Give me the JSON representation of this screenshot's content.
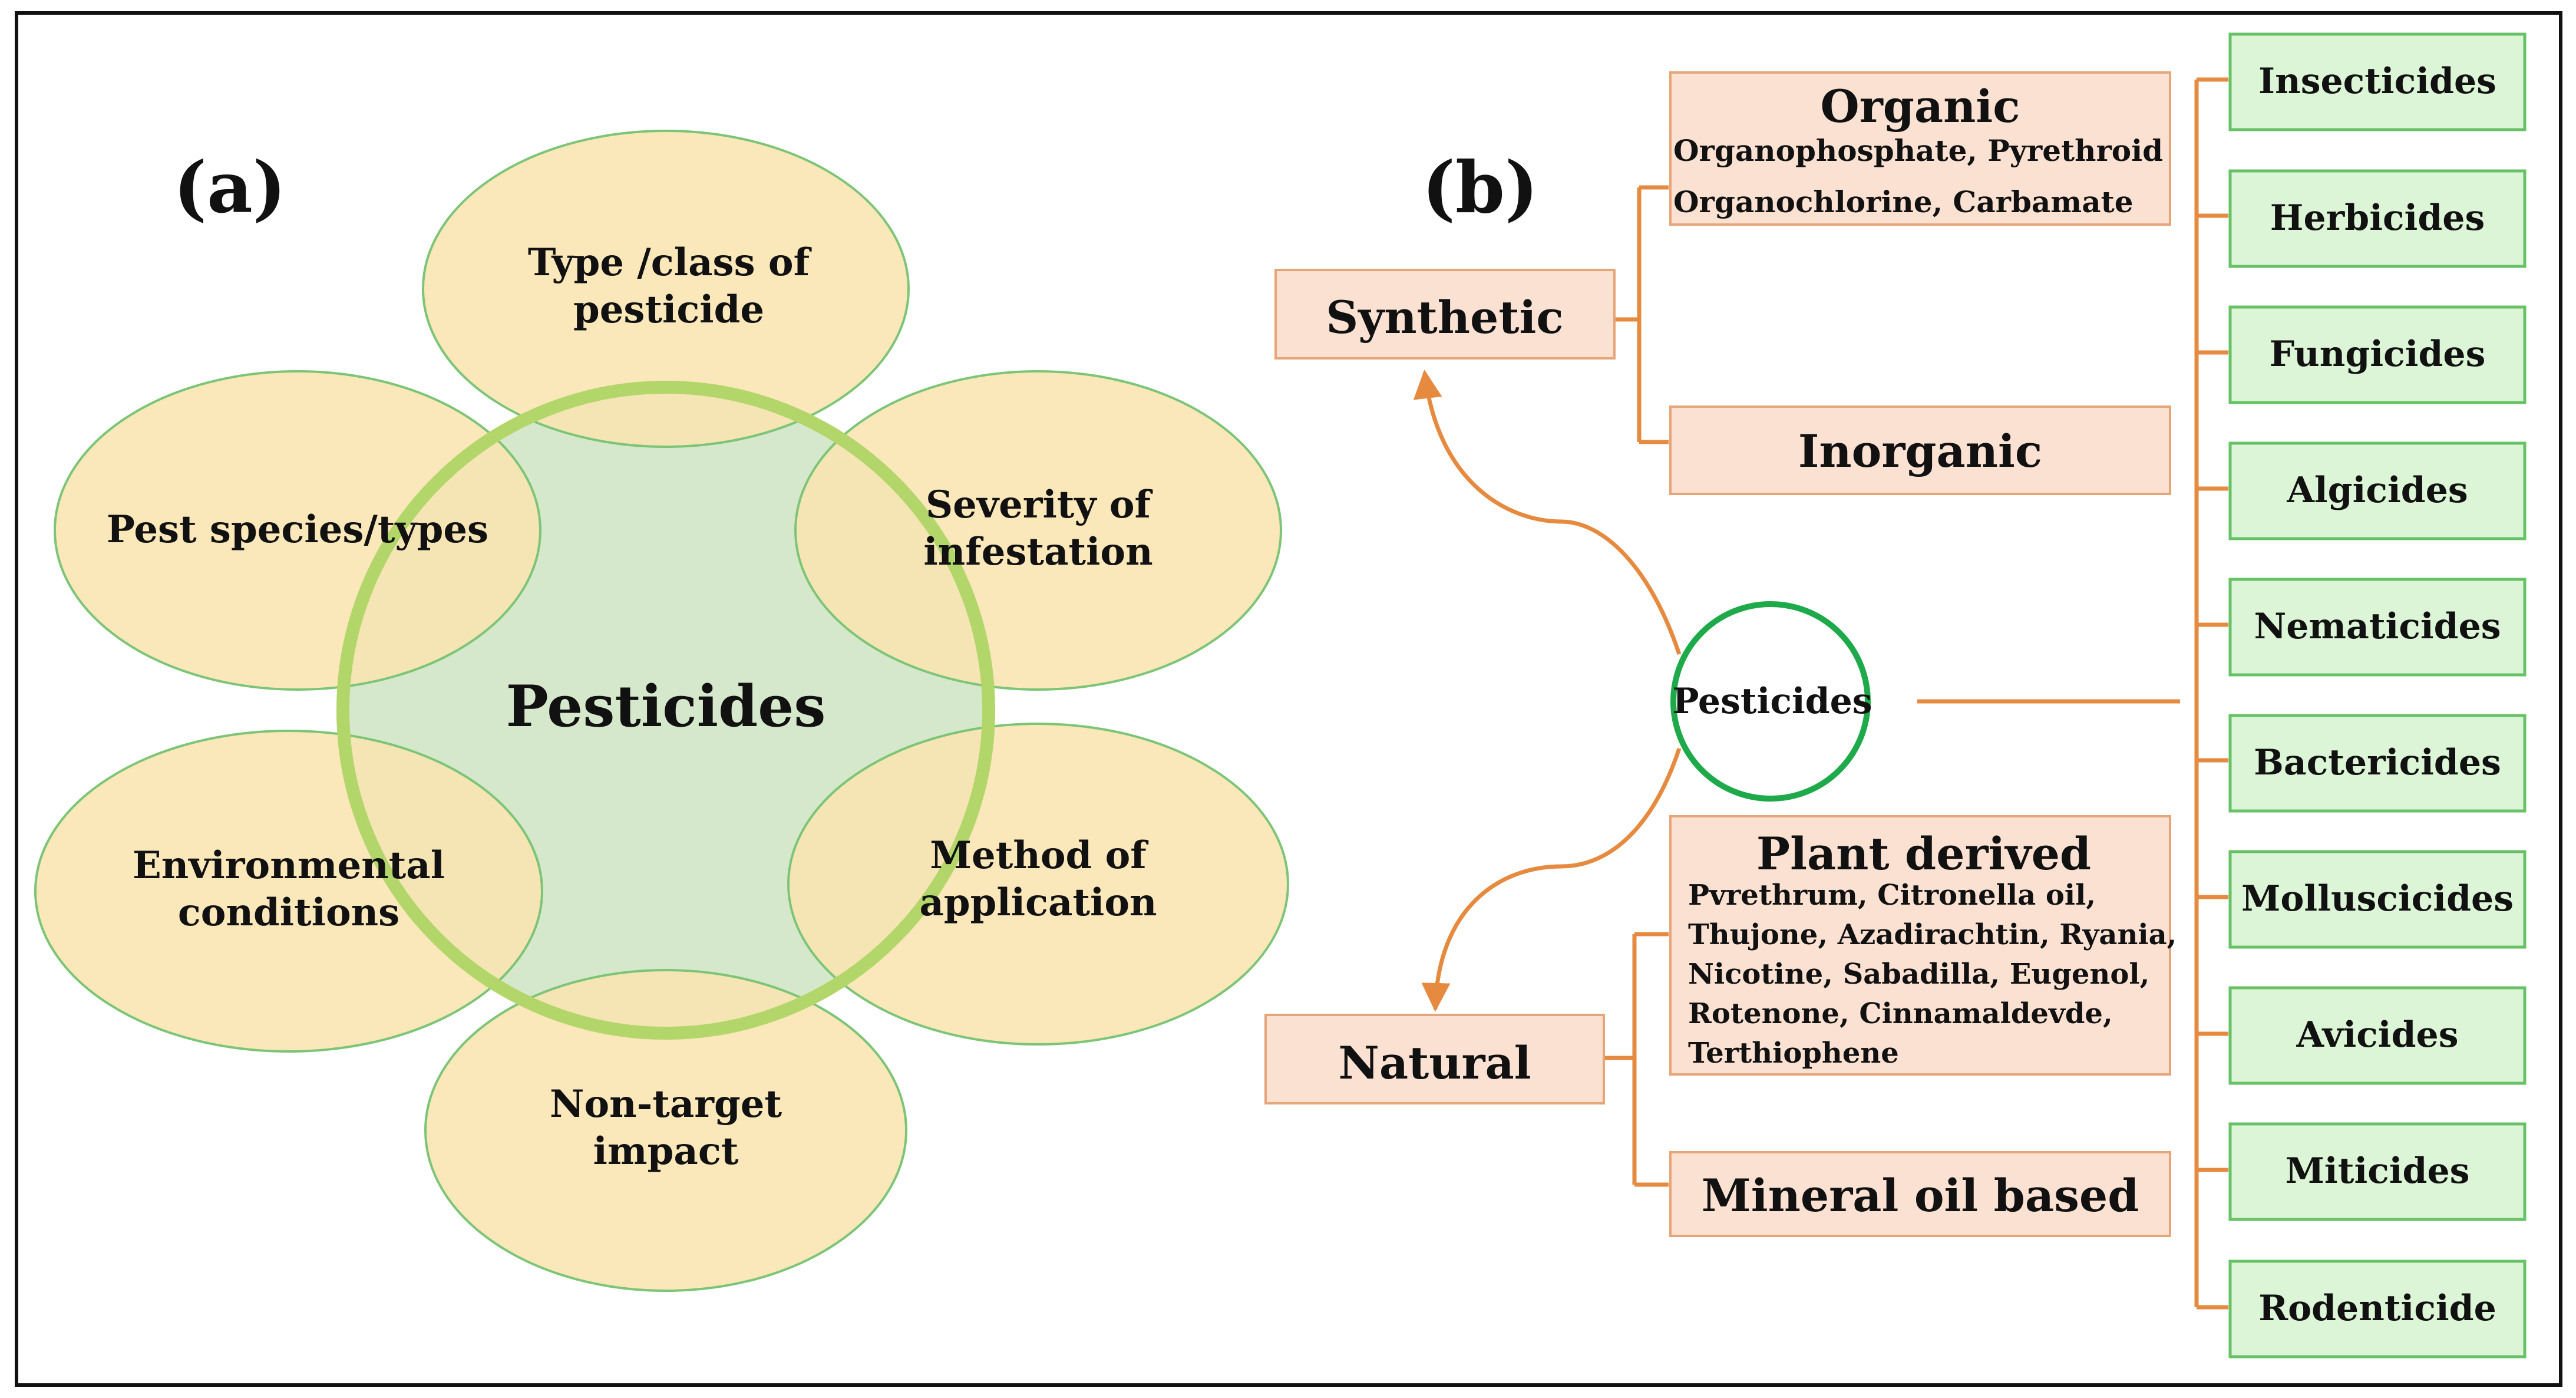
{
  "panel_a": {
    "label": "(a)",
    "center_label": "Pesticides",
    "factors": [
      {
        "lines": [
          "Type /class of",
          "pesticide"
        ]
      },
      {
        "lines": [
          "Severity of",
          "infestation"
        ]
      },
      {
        "lines": [
          "Method of",
          "application"
        ]
      },
      {
        "lines": [
          "Non-target",
          "impact"
        ]
      },
      {
        "lines": [
          "Environmental",
          "conditions"
        ]
      },
      {
        "lines": [
          "Pest species/types"
        ]
      }
    ]
  },
  "panel_b": {
    "label": "(b)",
    "center_label": "Pesticides",
    "synthetic": {
      "label": "Synthetic",
      "organic": {
        "title": "Organic",
        "lines": [
          "Organophosphate,  Pyrethroid",
          "Organochlorine,  Carbamate"
        ]
      },
      "inorganic": {
        "title": "Inorganic"
      }
    },
    "natural": {
      "label": "Natural",
      "plant_derived": {
        "title": "Plant derived",
        "lines": [
          "Pvrethrum,  Citronella  oil,",
          "Thujone,  Azadirachtin,  Ryania,",
          "Nicotine,  Sabadilla,  Eugenol,",
          "Rotenone,  Cinnamaldevde,",
          "Terthiophene"
        ]
      },
      "mineral": {
        "title": "Mineral oil based"
      }
    },
    "target_types": [
      "Insecticides",
      "Herbicides",
      "Fungicides",
      "Algicides",
      "Nematicides",
      "Bactericides",
      "Molluscicides",
      "Avicides",
      "Miticides",
      "Rodenticide"
    ]
  },
  "colors": {
    "ellipse_fill": "#f9e4b0",
    "ellipse_stroke": "#7cc576",
    "ring_stroke": "#b3d66a",
    "center_fill": "#d6e8cc",
    "peach_box": "#fbe1d2",
    "peach_stroke": "#e6a67a",
    "green_box": "#dcf5d6",
    "green_stroke": "#67c267",
    "orange_line": "#e68a3f",
    "pesticide_circle": "#1eaa4a"
  }
}
